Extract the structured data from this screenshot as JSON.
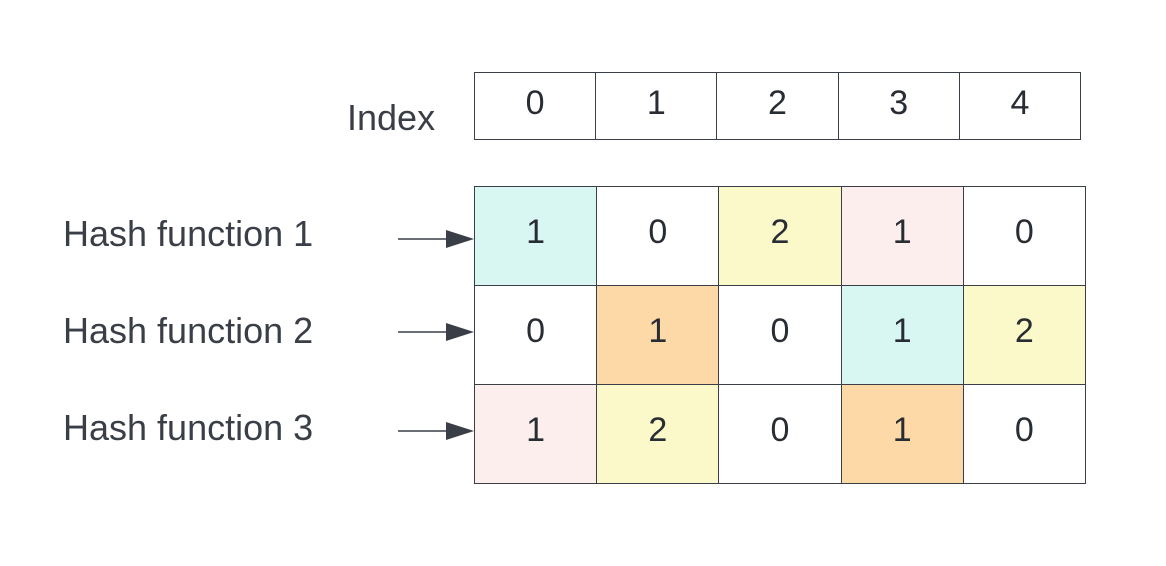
{
  "index": {
    "label": "Index",
    "values": [
      "0",
      "1",
      "2",
      "3",
      "4"
    ]
  },
  "rows": [
    {
      "label": "Hash function 1",
      "cells": [
        {
          "value": "1",
          "color": "#d8f7f2"
        },
        {
          "value": "0",
          "color": "#ffffff"
        },
        {
          "value": "2",
          "color": "#fbf8ca"
        },
        {
          "value": "1",
          "color": "#fdeeee"
        },
        {
          "value": "0",
          "color": "#ffffff"
        }
      ]
    },
    {
      "label": "Hash function 2",
      "cells": [
        {
          "value": "0",
          "color": "#ffffff"
        },
        {
          "value": "1",
          "color": "#fdd9a8"
        },
        {
          "value": "0",
          "color": "#ffffff"
        },
        {
          "value": "1",
          "color": "#d8f7f2"
        },
        {
          "value": "2",
          "color": "#fbf8ca"
        }
      ]
    },
    {
      "label": "Hash function 3",
      "cells": [
        {
          "value": "1",
          "color": "#fdeeee"
        },
        {
          "value": "2",
          "color": "#fbf8ca"
        },
        {
          "value": "0",
          "color": "#ffffff"
        },
        {
          "value": "1",
          "color": "#fdd9a8"
        },
        {
          "value": "0",
          "color": "#ffffff"
        }
      ]
    }
  ],
  "colors": {
    "line": "#3a3f47",
    "text": "#282c33"
  }
}
